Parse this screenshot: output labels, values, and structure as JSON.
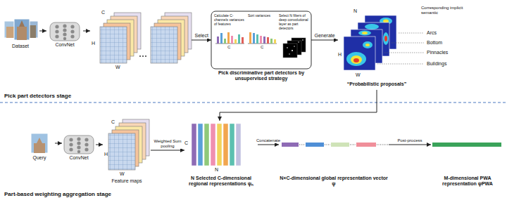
{
  "diagram": {
    "nodes": [
      {
        "text": [
          "Dataset"
        ]
      },
      {
        "text": [
          "ConvNet"
        ]
      },
      {
        "text": [
          "C",
          "H",
          "W"
        ]
      },
      {
        "text": [
          "Calculate C-channels variances of features",
          "Sort variances",
          "Select N filters of deep convolutional layer as part detectors",
          "Pick discriminative part detectors by unsupervised strategy"
        ]
      },
      {
        "text": [
          "N",
          "H",
          "W",
          "“Probabilistic proposals”"
        ]
      },
      {
        "text": [
          "Query"
        ]
      },
      {
        "text": [
          "ConvNet"
        ]
      },
      {
        "text": [
          "C",
          "H",
          "W",
          "Feature maps"
        ]
      },
      {
        "text": [
          "C",
          "N",
          "N Selected C-dimensional regional representations ψₙ"
        ]
      },
      {
        "text": [
          "N×C-dimensional global representation vector ψ"
        ]
      },
      {
        "text": [
          "M-dimensional PWA representation ψPWA"
        ]
      }
    ],
    "edges": [
      {
        "from": 0,
        "to": 1,
        "arrow": "to"
      },
      {
        "from": 1,
        "to": 2,
        "arrow": "to"
      },
      {
        "from": 2,
        "to": 3,
        "label": "Select",
        "arrow": "to"
      },
      {
        "from": 3,
        "to": 4,
        "label": "Generate",
        "arrow": "to"
      },
      {
        "from": 5,
        "to": 6,
        "arrow": "to"
      },
      {
        "from": 6,
        "to": 7,
        "arrow": "to"
      },
      {
        "from": 7,
        "to": 8,
        "label": "Weighted Sum pooling",
        "arrow": "to"
      },
      {
        "from": 8,
        "to": 9,
        "label": "Concatenate",
        "arrow": "to"
      },
      {
        "from": 9,
        "to": 10,
        "label": "Post-process",
        "arrow": "to"
      },
      {
        "from": 4,
        "to": 8,
        "arrow": "to"
      }
    ],
    "labels": [
      "Pick part detectors stage",
      "Corresponding implicit semantic",
      "Arcs",
      "Bottom",
      "Pinnacles",
      "Buildings",
      "C",
      "C",
      "Part-based weighting aggregation stage"
    ]
  }
}
